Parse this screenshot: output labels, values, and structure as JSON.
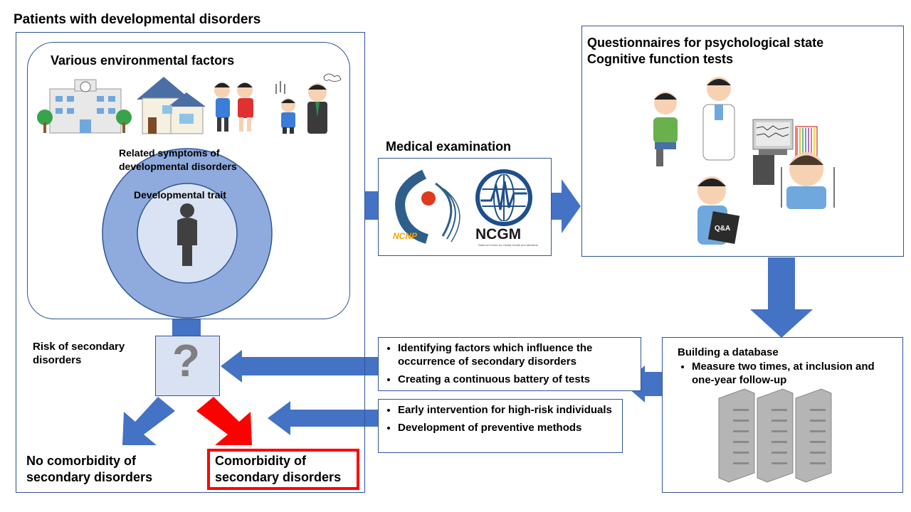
{
  "patients_title": "Patients with  developmental disorders",
  "env_title": "Various environmental factors",
  "related_symptoms": "Related symptoms of developmental disorders",
  "developmental_trait": "Developmental trait",
  "risk_label": "Risk of secondary disorders",
  "question_mark": "?",
  "no_comorbidity": "No comorbidity of secondary disorders",
  "comorbidity": "Comorbidity of secondary disorders",
  "medical_exam_title": "Medical examination",
  "ncnp_logo_text": "NCNP",
  "ncgm_logo_text": "NCGM",
  "ncgm_logo_subtext": "National Center for Global Health and Medicine",
  "questionnaire": {
    "line1": "Questionnaires for psychological state",
    "line2": "Cognitive function tests",
    "clipboard_text": "Q&A"
  },
  "findings": {
    "items": [
      "Identifying factors which influence the occurrence of secondary disorders",
      "Creating a continuous battery of tests"
    ]
  },
  "interventions": {
    "items": [
      "Early intervention for high-risk individuals",
      "Development of preventive methods"
    ]
  },
  "database": {
    "title": "Building a database",
    "item": "Measure two times, at inclusion and one-year follow-up"
  },
  "colors": {
    "arrow_blue": "#4472c4",
    "arrow_red": "#ff0000",
    "outer_circle": "#8faadc",
    "inner_circle": "#dae3f3",
    "question_box": "#d9e2f3",
    "border": "#2f5597"
  }
}
